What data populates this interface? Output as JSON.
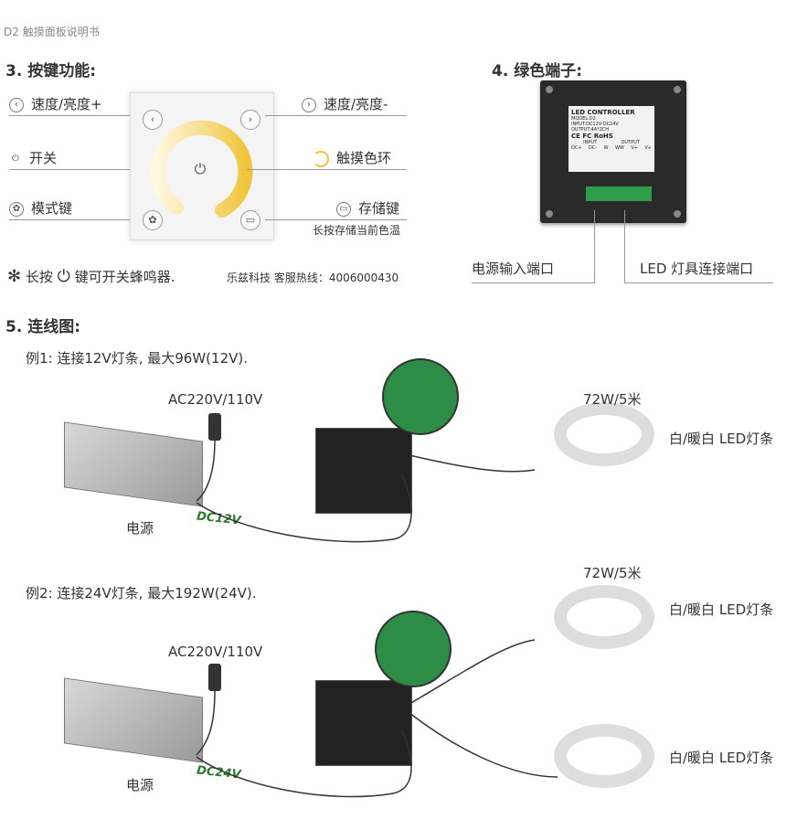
{
  "header": {
    "title": "D2 触摸面板说明书"
  },
  "section3": {
    "title": "3. 按键功能:",
    "left_labels": [
      "速度/亮度+",
      "开关",
      "模式键"
    ],
    "right_labels": [
      "速度/亮度-",
      "触摸色环",
      "存储键"
    ],
    "store_note": "长按存储当前色温",
    "note_pre": "长按",
    "note_post": "键可开关蜂鸣器.",
    "contact": "乐兹科技 客服热线：4006000430"
  },
  "section4": {
    "title": "4. 绿色端子:",
    "label_title": "LED CONTROLLER",
    "label_lines": [
      "MODEL:D2",
      "INPUT:DC12V-DC24V",
      "OUTPUT:4A*2CH"
    ],
    "label_marks": "CE FC RoHS",
    "label_sections": [
      "INPUT",
      "OUTPUT"
    ],
    "label_pins": [
      "DC+",
      "DC-",
      "W",
      "WW",
      "V+",
      "V+"
    ],
    "power_port": "电源输入端口",
    "led_port": "LED 灯具连接端口"
  },
  "section5": {
    "title": "5. 连线图:",
    "ex1": {
      "caption": "例1: 连接12V灯条, 最大96W(12V).",
      "ac": "AC220V/110V",
      "dc": "DC12V",
      "psu": "电源",
      "strip_power": "72W/5米",
      "strip_label": "白/暖白 LED灯条"
    },
    "ex2": {
      "caption": "例2: 连接24V灯条, 最大192W(24V).",
      "ac": "AC220V/110V",
      "dc": "DC24V",
      "psu": "电源",
      "strip_power": "72W/5米",
      "strip_label_1": "白/暖白 LED灯条",
      "strip_label_2": "白/暖白 LED灯条"
    }
  },
  "colors": {
    "accent_green": "#2b7a2b",
    "ring_warm": "#f2cc4a",
    "ring_cool": "#fff6dc"
  }
}
